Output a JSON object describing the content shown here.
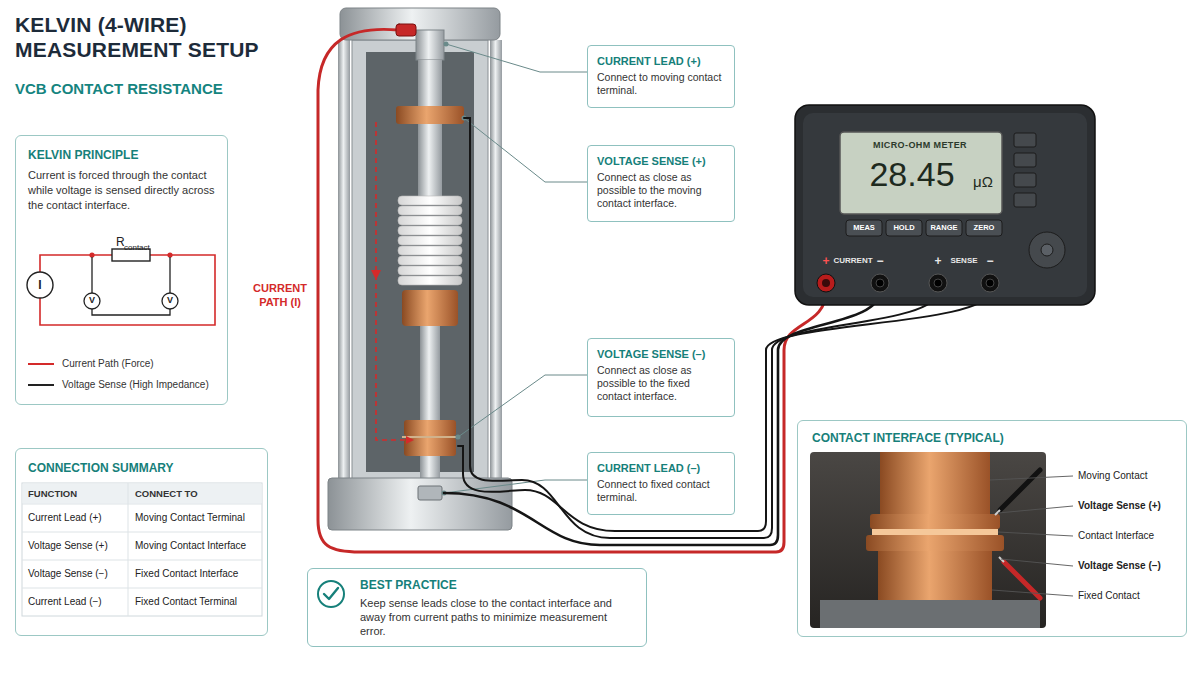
{
  "diagram": {
    "title": "KELVIN (4-WIRE) MEASUREMENT SETUP",
    "nodes": [
      {
        "text": [
          "KELVIN PRINCIPLE",
          "Current is forced through the contact while voltage is sensed directly across the contact interface."
        ]
      },
      {
        "text": [
          "CONNECTION SUMMARY"
        ]
      },
      {
        "text": [
          "CURRENT LEAD (+)",
          "Connect to moving contact terminal."
        ]
      },
      {
        "text": [
          "VOLTAGE SENSE (+)",
          "Connect as close as possible to the moving contact interface."
        ]
      },
      {
        "text": [
          "VOLTAGE SENSE (–)",
          "Connect as close as possible to the fixed contact interface."
        ]
      },
      {
        "text": [
          "CURRENT LEAD (–)",
          "Connect to fixed contact terminal."
        ]
      },
      {
        "text": [
          "BEST PRACTICE",
          "Keep sense leads close to the contact interface and away from current paths to minimize measurement error."
        ]
      },
      {
        "text": [
          "CONTACT INTERFACE (TYPICAL)"
        ]
      }
    ],
    "labels": [
      "VCB CONTACT RESISTANCE",
      "I",
      "R",
      "contact",
      "V",
      "V",
      "FUNCTION",
      "CONNECT TO",
      "Current Lead (+)",
      "Moving Contact Terminal",
      "Voltage Sense (+)",
      "Moving Contact Interface",
      "Voltage Sense (−)",
      "Fixed Contact Interface",
      "Current Lead (−)",
      "Fixed Contact Terminal",
      "CURRENT PATH (I)",
      "MICRO-OHM METER",
      "28.45",
      "μΩ",
      "MEAS",
      "HOLD",
      "RANGE",
      "ZERO",
      "+",
      "CURRENT",
      "−",
      "+",
      "SENSE",
      "−",
      "Moving Contact",
      "Voltage Sense (+)",
      "Contact Interface",
      "Voltage Sense (−)",
      "Fixed Contact"
    ],
    "legend": [
      {
        "text": "Current Path (Force)"
      },
      {
        "text": "Voltage Sense (High Impedance)"
      }
    ]
  }
}
